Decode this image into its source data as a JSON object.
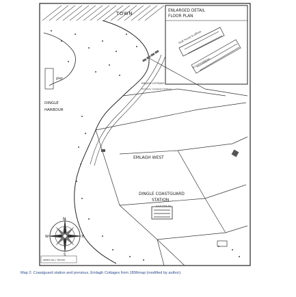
{
  "labels": {
    "town": "TOWN",
    "enlarged_detail": "ENLARGED DETAIL",
    "floor_plan": "FLOOR PLAN",
    "boat_house": "boat house & offices",
    "accommodation": "accommodation",
    "emlagh_cottages": "EMLAGH COTTAGES",
    "emlagh_cottages_note": "(formerly coastguard station)",
    "pier": "pier",
    "dingle": "DINGLE",
    "harbour": "HARBOUR",
    "emlagh_west": "EMLAGH WEST",
    "dingle_coastguard": "DINGLE COASTGUARD",
    "station": "STATION",
    "station_note": "(built 1875-76)",
    "compass_n": "N",
    "compass_e": "E",
    "compass_s": "S",
    "compass_w": "W",
    "drawn_by": "sketch by J. Fenner"
  },
  "caption": "Map 2: Coastguard station and previous, Emlagh Cottages from 1896map (modified by author)."
}
